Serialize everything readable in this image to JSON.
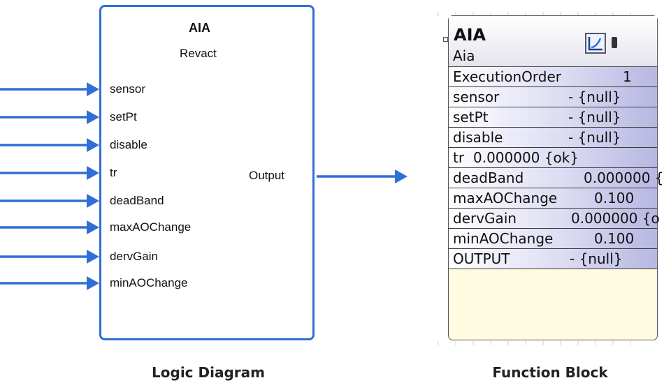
{
  "logic_diagram": {
    "block_title": "AIA",
    "block_subtitle": "Revact",
    "inputs": [
      "sensor",
      "setPt",
      "disable",
      "tr",
      "deadBand",
      "maxAOChange",
      "dervGain",
      "minAOChange"
    ],
    "output": "Output",
    "caption": "Logic Diagram",
    "accent_color": "#2f6fd6"
  },
  "function_block": {
    "title": "AIA",
    "subtitle": "Aia",
    "icon": "chart-icon",
    "rows": [
      {
        "name": "ExecutionOrder",
        "value": "1"
      },
      {
        "name": "sensor",
        "value": "- {null}"
      },
      {
        "name": "setPt",
        "value": "- {null}"
      },
      {
        "name": "disable",
        "value": "- {null}"
      },
      {
        "name": "tr",
        "value": "0.000000 {ok}"
      },
      {
        "name": "deadBand",
        "value": "0.000000 {"
      },
      {
        "name": "maxAOChange",
        "value": "0.100"
      },
      {
        "name": "dervGain",
        "value": "0.000000 {o"
      },
      {
        "name": "minAOChange",
        "value": "0.100"
      },
      {
        "name": "OUTPUT",
        "value": "- {null}"
      }
    ],
    "caption": "Function Block"
  }
}
